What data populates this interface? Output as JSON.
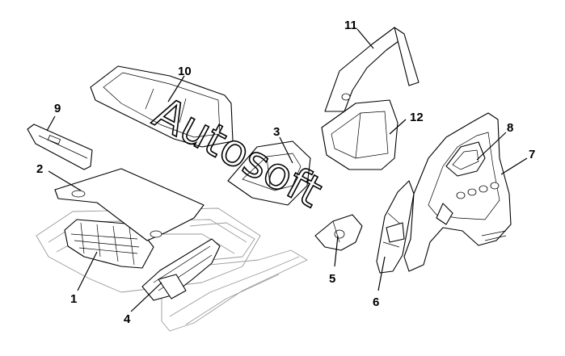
{
  "watermark": "Autosoft",
  "callouts": [
    {
      "id": "1",
      "label": "1"
    },
    {
      "id": "2",
      "label": "2"
    },
    {
      "id": "3",
      "label": "3"
    },
    {
      "id": "4",
      "label": "4"
    },
    {
      "id": "5",
      "label": "5"
    },
    {
      "id": "6",
      "label": "6"
    },
    {
      "id": "7",
      "label": "7"
    },
    {
      "id": "8",
      "label": "8"
    },
    {
      "id": "9",
      "label": "9"
    },
    {
      "id": "10",
      "label": "10"
    },
    {
      "id": "11",
      "label": "11"
    },
    {
      "id": "12",
      "label": "12"
    }
  ]
}
